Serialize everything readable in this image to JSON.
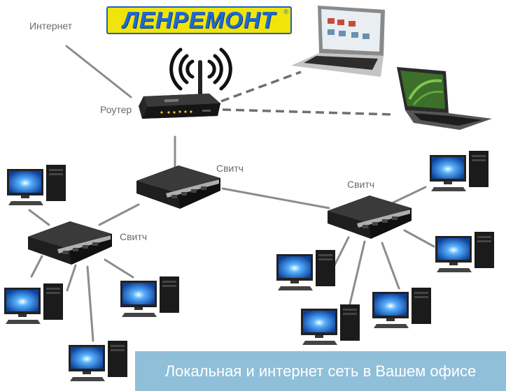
{
  "logo": {
    "text": "ЛЕНРЕМОНТ",
    "mark": "®"
  },
  "labels": {
    "internet": "Интернет",
    "router": "Роутер",
    "switch_center": "Свитч",
    "switch_left": "Свитч",
    "switch_right": "Свитч"
  },
  "banner": {
    "text": "Локальная и интернет сеть в Вашем офисе"
  },
  "icons": [
    "router-icon",
    "wifi-signal-icon",
    "switch-icon",
    "desktop-computer-icon",
    "laptop-icon"
  ],
  "colors": {
    "logo_bg": "#f1e40a",
    "logo_text": "#1f6ad0",
    "banner_bg": "#8fbfd9",
    "banner_text": "#ffffff",
    "cable": "#8c8c8c",
    "device_dark": "#1b1b1b",
    "screen_glow": "#2a8be0"
  }
}
